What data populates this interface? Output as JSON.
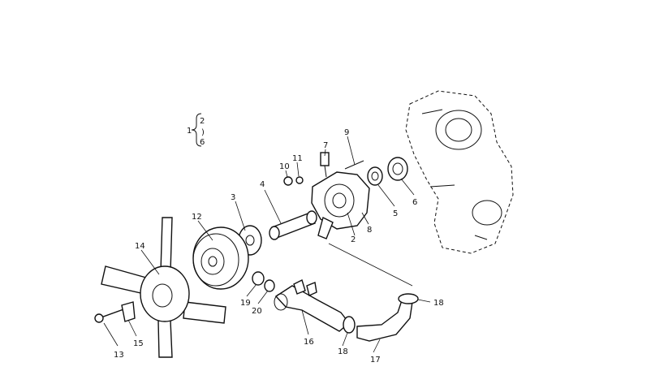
{
  "group_note": {
    "parent": "1",
    "children": [
      "2",
      "6"
    ]
  },
  "callouts": {
    "c2": "2",
    "c3": "3",
    "c4": "4",
    "c5": "5",
    "c6": "6",
    "c7": "7",
    "c8": "8",
    "c9": "9",
    "c10": "10",
    "c11": "11",
    "c12": "12",
    "c13": "13",
    "c14": "14",
    "c15": "15",
    "c16": "16",
    "c17": "17",
    "c18a": "18",
    "c18b": "18",
    "c19": "19",
    "c20": "20"
  }
}
